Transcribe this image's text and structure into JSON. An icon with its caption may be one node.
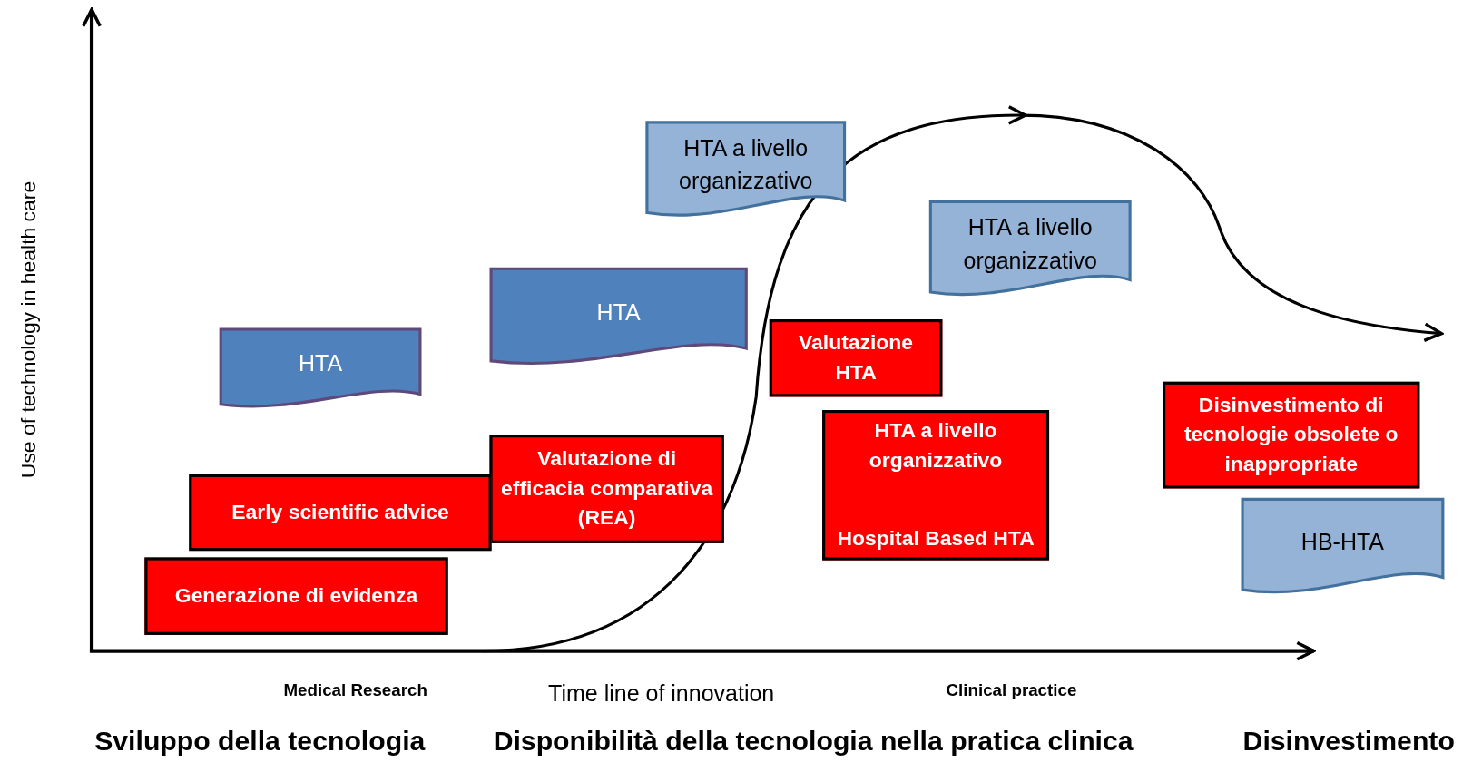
{
  "diagram": {
    "nodes": [
      {
        "text": [
          "HTA a livello organizzativo"
        ]
      },
      {
        "text": [
          "HTA a livello organizzativo"
        ]
      },
      {
        "text": [
          "HTA"
        ]
      },
      {
        "text": [
          "Valutazione HTA"
        ]
      },
      {
        "text": [
          "HTA"
        ]
      },
      {
        "text": [
          "Disinvestimento di tecnologie obsolete o inappropriate"
        ]
      },
      {
        "text": [
          "HTA a livello organizzativo",
          "Hospital  Based HTA"
        ]
      },
      {
        "text": [
          "Valutazione di efficacia comparativa (REA)"
        ]
      },
      {
        "text": [
          "Early scientific advice"
        ]
      },
      {
        "text": [
          "HB-HTA"
        ]
      },
      {
        "text": [
          "Generazione di evidenza"
        ]
      }
    ],
    "edges": [],
    "labels": [
      "Use of technology in health care",
      "Medical Research",
      "Time line of innovation",
      "Clinical practice",
      "Sviluppo della tecnologia",
      "Disponibilità della tecnologia nella pratica clinica",
      "Disinvestimento"
    ]
  }
}
